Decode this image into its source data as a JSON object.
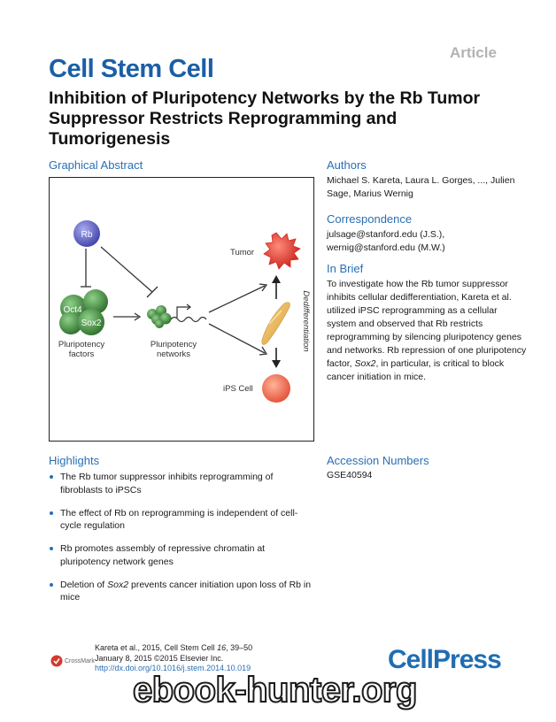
{
  "header": {
    "article_tag": "Article",
    "journal": "Cell Stem Cell",
    "title": "Inhibition of Pluripotency Networks by the Rb Tumor Suppressor Restricts Reprogramming and Tumorigenesis"
  },
  "graphical_abstract": {
    "heading": "Graphical Abstract",
    "labels": {
      "rb": "Rb",
      "oct4": "Oct4",
      "sox2": "Sox2",
      "pluripotency_factors_1": "Pluripotency",
      "pluripotency_factors_2": "factors",
      "pluripotency_networks_1": "Pluripotency",
      "pluripotency_networks_2": "networks",
      "tumor": "Tumor",
      "ips_cell": "iPS Cell",
      "dedifferentiation": "Dedifferentiation"
    },
    "colors": {
      "rb": "#5b5fc8",
      "factors": "#3f8a3c",
      "tumor": "#e02b22",
      "ips": "#f06a4a",
      "fibroblast": "#e8b04a"
    }
  },
  "authors": {
    "heading": "Authors",
    "text": "Michael S. Kareta, Laura L. Gorges, ..., Julien Sage, Marius Wernig"
  },
  "correspondence": {
    "heading": "Correspondence",
    "line1": "julsage@stanford.edu (J.S.),",
    "line2": "wernig@stanford.edu (M.W.)"
  },
  "in_brief": {
    "heading": "In Brief",
    "before": "To investigate how the Rb tumor suppressor inhibits cellular dedifferentiation, Kareta et al. utilized iPSC reprogramming as a cellular system and observed that Rb restricts reprogramming by silencing pluripotency genes and networks. Rb repression of one pluripotency factor, ",
    "italic": "Sox2",
    "after": ", in particular, is critical to block cancer initiation in mice."
  },
  "highlights": {
    "heading": "Highlights",
    "items": [
      "The Rb tumor suppressor inhibits reprogramming of fibroblasts to iPSCs",
      "The effect of Rb on reprogramming is independent of cell-cycle regulation",
      "Rb promotes assembly of repressive chromatin at pluripotency network genes"
    ],
    "last_before": "Deletion of ",
    "last_italic": "Sox2",
    "last_after": " prevents cancer initiation upon loss of Rb in mice"
  },
  "accession": {
    "heading": "Accession Numbers",
    "value": "GSE40594"
  },
  "citation": {
    "line1_before": "Kareta et al., 2015, Cell Stem Cell ",
    "line1_vol": "16",
    "line1_after": ", 39–50",
    "line2": "January 8, 2015 ©2015 Elsevier Inc.",
    "doi": "http://dx.doi.org/10.1016/j.stem.2014.10.019"
  },
  "footer": {
    "crossmark": "CrossMark",
    "publisher": "CellPress",
    "watermark": "ebook-hunter.org"
  }
}
